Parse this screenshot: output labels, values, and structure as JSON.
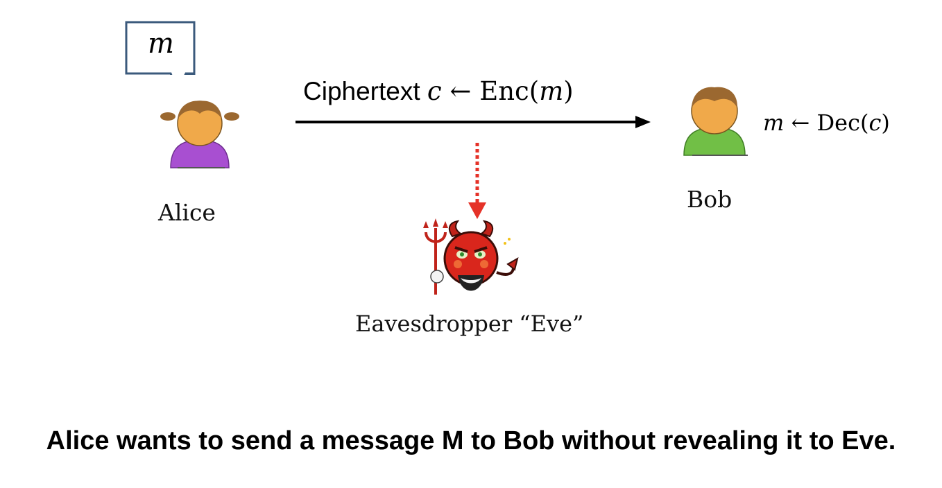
{
  "diagram": {
    "bubble_text": "m",
    "alice_label": "Alice",
    "bob_label": "Bob",
    "eve_label": "Eavesdropper “Eve”",
    "cipher": {
      "prefix": "Ciphertext ",
      "var_c": "c",
      "arrow": " ← ",
      "enc": "Enc(",
      "var_m": "m",
      "close": ")"
    },
    "decrypt": {
      "var_m": "m",
      "arrow": " ← ",
      "dec": "Dec(",
      "var_c": "c",
      "close": ")"
    },
    "caption": "Alice wants to send a message M to Bob without revealing it to Eve."
  },
  "colors": {
    "alice_body": "#a84fd1",
    "bob_body": "#71bf46",
    "skin": "#f0a94a",
    "hair": "#9b6830",
    "bubble_border": "#3b5a7c",
    "eve_arrow": "#e53228",
    "eve_face": "#d9261c"
  }
}
